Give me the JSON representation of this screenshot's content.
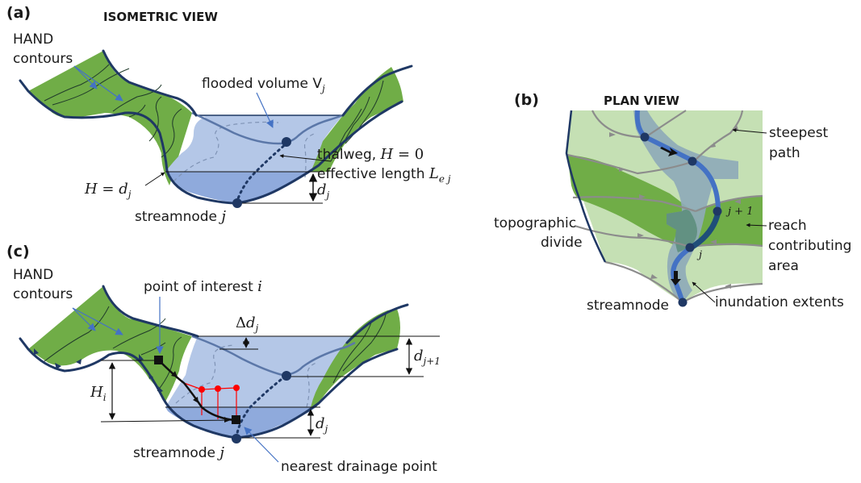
{
  "colors": {
    "hillslope_green": "#70ad47",
    "plan_light_green": "#c5e0b4",
    "water_light": "#b4c7e7",
    "water_deep": "#8faadc",
    "ridge_navy": "#1f3864",
    "stream_blue": "#4472c4",
    "inundation": "#8eaab8",
    "steepest_path_gray": "#8c8c8c",
    "profile_red": "#ff0000"
  },
  "panel_a": {
    "tag": "(a)",
    "title": "ISOMETRIC VIEW",
    "hand_contours_label_line1": "HAND",
    "hand_contours_label_line2": "contours",
    "flooded_volume_label": "flooded volume V",
    "flooded_volume_sub": "j",
    "thalweg_label": "thalweg, ",
    "thalweg_math": "H",
    "thalweg_eq": " = 0",
    "effective_length_label": "effective length  ",
    "effective_length_math": "L",
    "effective_length_sub": "e j",
    "h_eq_label": "H",
    "h_eq_eq": " = ",
    "h_eq_d": "d",
    "h_eq_sub": "j",
    "dj_label": "d",
    "dj_sub": "j",
    "streamnode_label": "streamnode ",
    "streamnode_math": "j"
  },
  "panel_b": {
    "tag": "(b)",
    "title": "PLAN VIEW",
    "steepest_path_line1": "steepest",
    "steepest_path_line2": "path",
    "topographic_divide_line1": "topographic",
    "topographic_divide_line2": "divide",
    "reach_line1": "reach",
    "reach_line2": "contributing",
    "reach_line3": "area",
    "streamnode_label": "streamnode",
    "inundation_label": "inundation extents",
    "node_j1_label": "j + 1",
    "node_j_label": "j"
  },
  "panel_c": {
    "tag": "(c)",
    "hand_contours_label_line1": "HAND",
    "hand_contours_label_line2": "contours",
    "poi_label": "point of interest ",
    "poi_math": "i",
    "delta_d_label": "Δ",
    "delta_d_math": "d",
    "delta_d_sub": "j",
    "dj1_label": "d",
    "dj1_sub": "j+1",
    "hi_label": "H",
    "hi_sub": "i",
    "dj_label": "d",
    "dj_sub": "j",
    "streamnode_label": "streamnode ",
    "streamnode_math": "j",
    "nearest_drainage_label": "nearest drainage point"
  }
}
